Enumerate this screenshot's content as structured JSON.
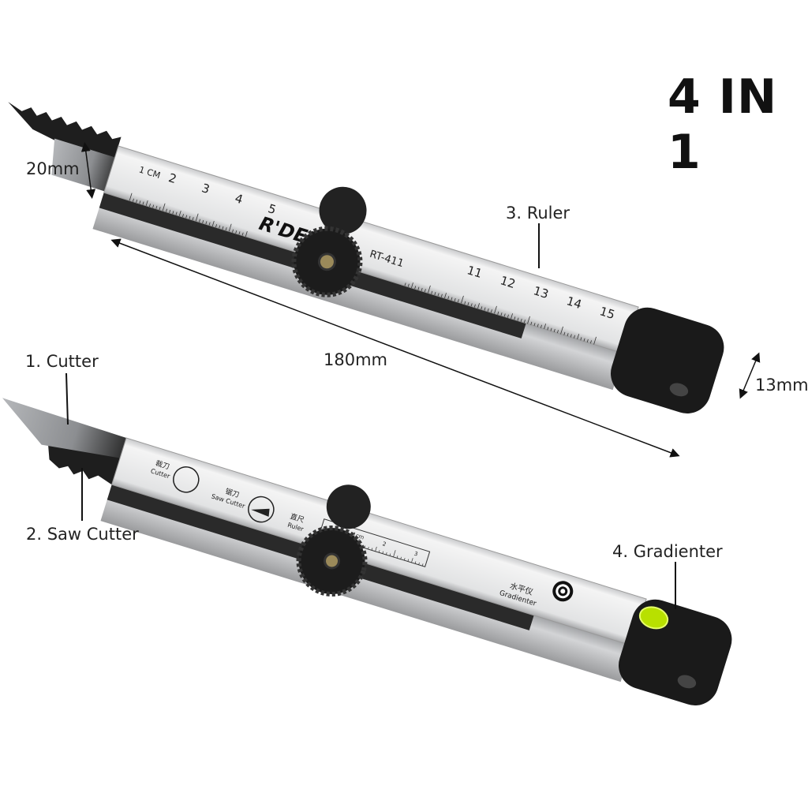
{
  "title": "4 IN 1",
  "annotations": {
    "blade_height": "20mm",
    "ruler": "3. Ruler",
    "length": "180mm",
    "thickness": "13mm",
    "cutter": "1. Cutter",
    "saw_cutter": "2. Saw Cutter",
    "gradienter": "4. Gradienter"
  },
  "top_tool": {
    "brand": "R'DEER",
    "model": "RT-411",
    "ruler_unit": "1 CM",
    "ruler_numbers": [
      "2",
      "3",
      "4",
      "5",
      "11",
      "12",
      "13",
      "14",
      "15"
    ]
  },
  "bottom_tool": {
    "cutter_cn": "裁刀",
    "cutter_en": "Cutter",
    "saw_cn": "锯刀",
    "saw_en": "Saw Cutter",
    "ruler_cn": "直尺",
    "ruler_en": "Ruler",
    "mini_ruler": [
      "1cm",
      "2",
      "3"
    ],
    "gradienter_cn": "水平仪",
    "gradienter_en": "Gradienter"
  },
  "colors": {
    "silver": "#d9dadb",
    "black": "#1a1a1a",
    "bubble": "#b8e000"
  }
}
